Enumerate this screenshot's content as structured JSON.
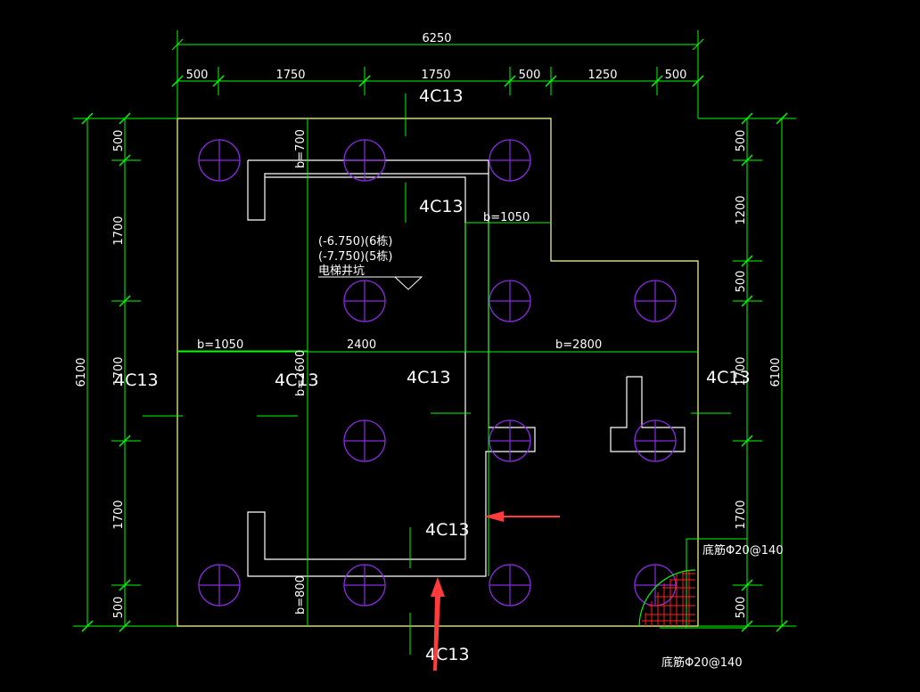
{
  "colors": {
    "background": "#000000",
    "dimension": "#00ff00",
    "outline": "#ffff99",
    "wall": "#ffffff",
    "grid": "#00ff00",
    "pile": "#8a2be2",
    "text": "#ffffff",
    "arrow": "#ff3333",
    "rebar": "#ff0000"
  },
  "top_dims": {
    "total": "6250",
    "segments": [
      "500",
      "1750",
      "1750",
      "500",
      "1250",
      "500"
    ]
  },
  "left_dims": {
    "total": "6100",
    "segments": [
      "500",
      "1700",
      "1700",
      "1700",
      "500"
    ]
  },
  "right_dims": {
    "total": "6100",
    "segments": [
      "500",
      "1200",
      "500",
      "1700",
      "1700",
      "500"
    ]
  },
  "labels": {
    "rebar_4c13": "4C13",
    "b700": "b=700",
    "b800": "b=800",
    "b1050_right": "b=1050",
    "b1050_left": "b=1050",
    "span_2400": "2400",
    "b2800": "b=2800",
    "b2600": "b=2600",
    "pit_line1": "(-6.750)(6栋)",
    "pit_line2": "(-7.750)(5栋)",
    "pit_line3": "电梯井坑",
    "bottom_rebar_1": "底筋Φ20@140",
    "bottom_rebar_2": "底筋Φ20@140"
  }
}
